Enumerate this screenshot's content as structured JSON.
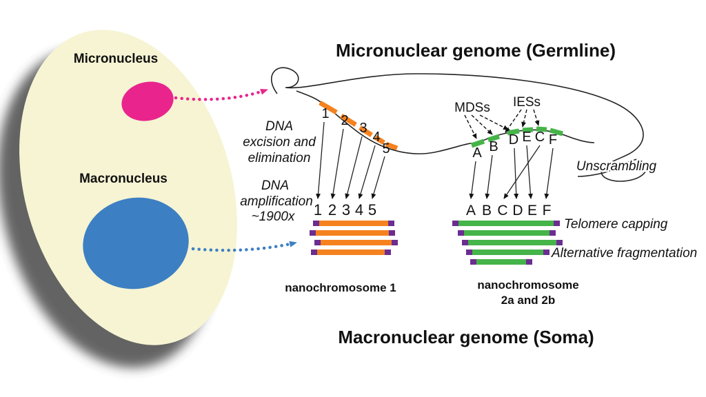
{
  "titles": {
    "germline": "Micronuclear genome (Germline)",
    "soma": "Macronuclear genome (Soma)"
  },
  "cell": {
    "micronucleus": "Micronucleus",
    "macronucleus": "Macronucleus"
  },
  "process_labels": {
    "excision": [
      "DNA",
      "excision and",
      "elimination"
    ],
    "amplification": [
      "DNA",
      "amplification",
      "~1900x"
    ],
    "unscrambling": "Unscrambling",
    "telomere_capping": "Telomere capping",
    "alt_fragmentation": "Alternative fragmentation"
  },
  "segment_labels": {
    "mds": "MDSs",
    "ies": "IESs"
  },
  "germline": {
    "gene1_segments": [
      "1",
      "2",
      "3",
      "4",
      "5"
    ],
    "gene2_segments_scrambled": [
      "A",
      "B",
      "D",
      "E",
      "C",
      "F"
    ]
  },
  "soma": {
    "gene1_order": [
      "1",
      "2",
      "3",
      "4",
      "5"
    ],
    "gene2_order": [
      "A",
      "B",
      "C",
      "D",
      "E",
      "F"
    ],
    "nanochromosome1": "nanochromosome 1",
    "nanochromosome2": [
      "nanochromosome",
      "2a and 2b"
    ]
  },
  "colors": {
    "cell_body": "#f6f4d3",
    "micronucleus": "#e9258d",
    "macronucleus": "#3d7fc3",
    "segment_orange": "#f5821f",
    "segment_green": "#45b449",
    "telomere_purple": "#6b2d90",
    "ink": "#111111"
  }
}
